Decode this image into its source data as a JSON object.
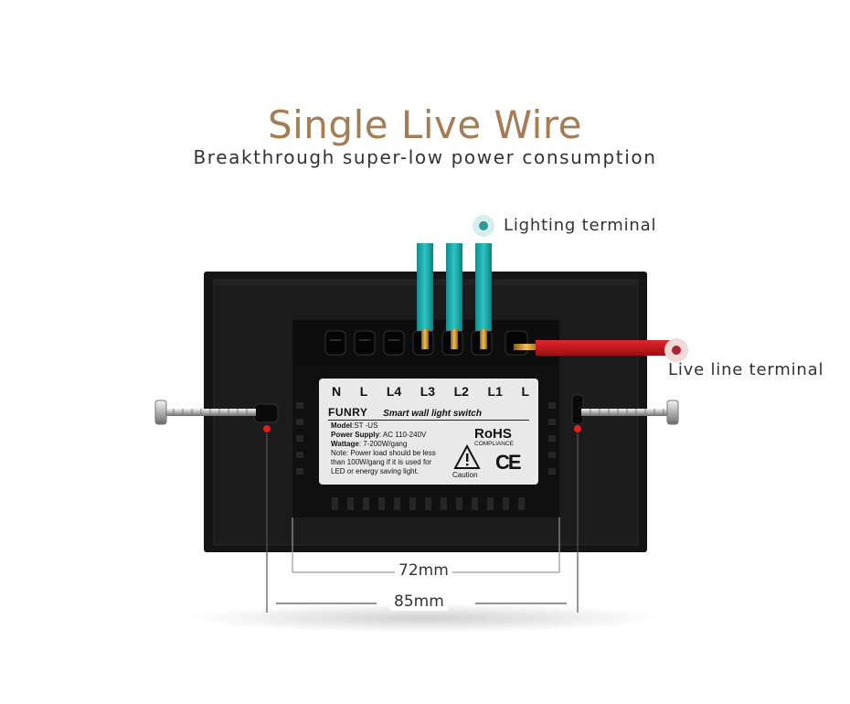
{
  "header": {
    "title": "Single Live Wire",
    "subtitle": "Breakthrough super-low power consumption"
  },
  "callouts": {
    "lighting_terminal": "Lighting terminal",
    "live_line_terminal": "Live line terminal"
  },
  "dimensions": {
    "inner_width": "72mm",
    "outer_width": "85mm"
  },
  "label": {
    "terminals": [
      "N",
      "L",
      "L4",
      "L3",
      "L2",
      "L1",
      "L"
    ],
    "brand": "FUNRY",
    "product": "Smart wall light switch",
    "model": {
      "key": "Model",
      "value": ":ST -US"
    },
    "power_supply": {
      "key": "Power Supply",
      "value": ": AC 110-240V"
    },
    "wattage": {
      "key": "Wattage",
      "value": ": 7-200W/gang"
    },
    "note_lines": [
      "Note:  Power load should be less",
      "than 100W/gang if it is used for",
      "LED or energy saving light."
    ],
    "rohs": "RoHS",
    "compliance": "COMPLIANCE",
    "caution": "Caution",
    "ce": "CE"
  },
  "colors": {
    "title": "#a57d55",
    "teal_wire": "#1aa7a7",
    "red_wire": "#c8141a",
    "body": "#141414",
    "callout_dot_teal": "#2a9a92",
    "callout_dot_red": "#a8262e"
  }
}
